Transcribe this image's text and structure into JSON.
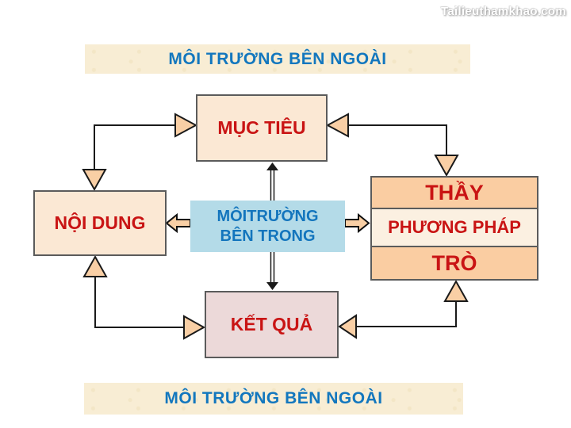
{
  "watermark": {
    "text": "Tailieuthamkhao.com"
  },
  "banner_top": {
    "label": "MÔI TRƯỜNG BÊN NGOÀI"
  },
  "banner_bottom": {
    "label": "MÔI TRƯỜNG BÊN NGOÀI"
  },
  "diagram": {
    "muc_tieu": {
      "label": "MỤC TIÊU"
    },
    "noi_dung": {
      "label": "NỘI DUNG"
    },
    "moi_truong_ben_trong": {
      "line1": "MÔITRƯỜNG",
      "line2": "BÊN TRONG"
    },
    "thay": {
      "label": "THẦY"
    },
    "phuong_phap": {
      "label": "PHƯƠNG PHÁP"
    },
    "tro": {
      "label": "TRÒ"
    },
    "ket_qua": {
      "label": "KẾT QUẢ"
    }
  },
  "colors": {
    "banner_bg": "#f8edd4",
    "banner_text": "#1377be",
    "box_peach": "#fbe8d4",
    "box_orange": "#facda2",
    "box_cream": "#fbf0e1",
    "box_pink": "#ecd9d9",
    "box_blue": "#b4dbe8",
    "text_red": "#c91414",
    "text_blue": "#1375bd",
    "arrowhead_fill": "#f9cfa5",
    "line": "#1a1a1a",
    "box_border": "#5b5b5b"
  }
}
